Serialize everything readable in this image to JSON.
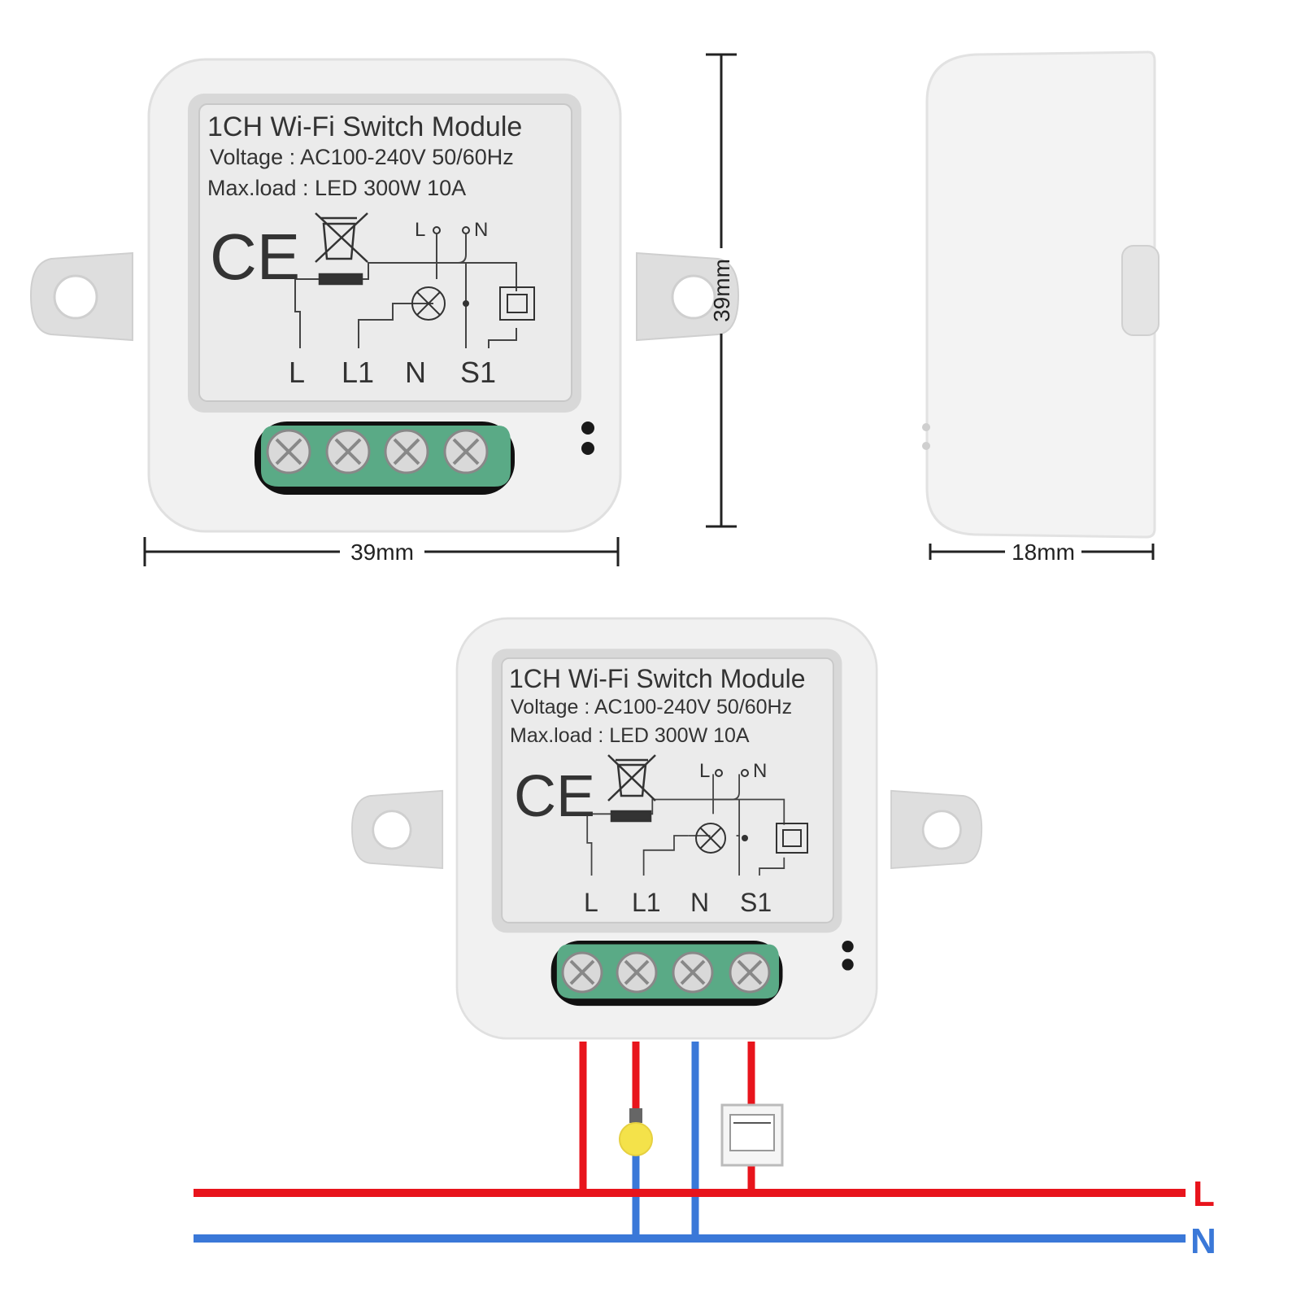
{
  "module_label": {
    "title": "1CH Wi-Fi Switch Module",
    "voltage": "Voltage : AC100-240V 50/60Hz",
    "max_load": "Max.load : LED 300W  10A",
    "ce_mark": "CE",
    "schematic_top_left": "L",
    "schematic_top_right": "N",
    "terminals": [
      "L",
      "L1",
      "N",
      "S1"
    ]
  },
  "dimensions": {
    "width": "39mm",
    "height": "39mm",
    "depth": "18mm"
  },
  "wiring": {
    "bus_live": "L",
    "bus_neutral": "N",
    "colors": {
      "live": "#e8141c",
      "neutral": "#3a78d8",
      "bulb": "#f4e24a",
      "terminal": "#5aaa86"
    }
  },
  "icons": [
    "ce-mark-icon",
    "weee-bin-icon",
    "lamp-symbol-icon",
    "switch-symbol-icon",
    "screw-terminal-icon",
    "light-bulb-icon",
    "wall-switch-icon"
  ]
}
